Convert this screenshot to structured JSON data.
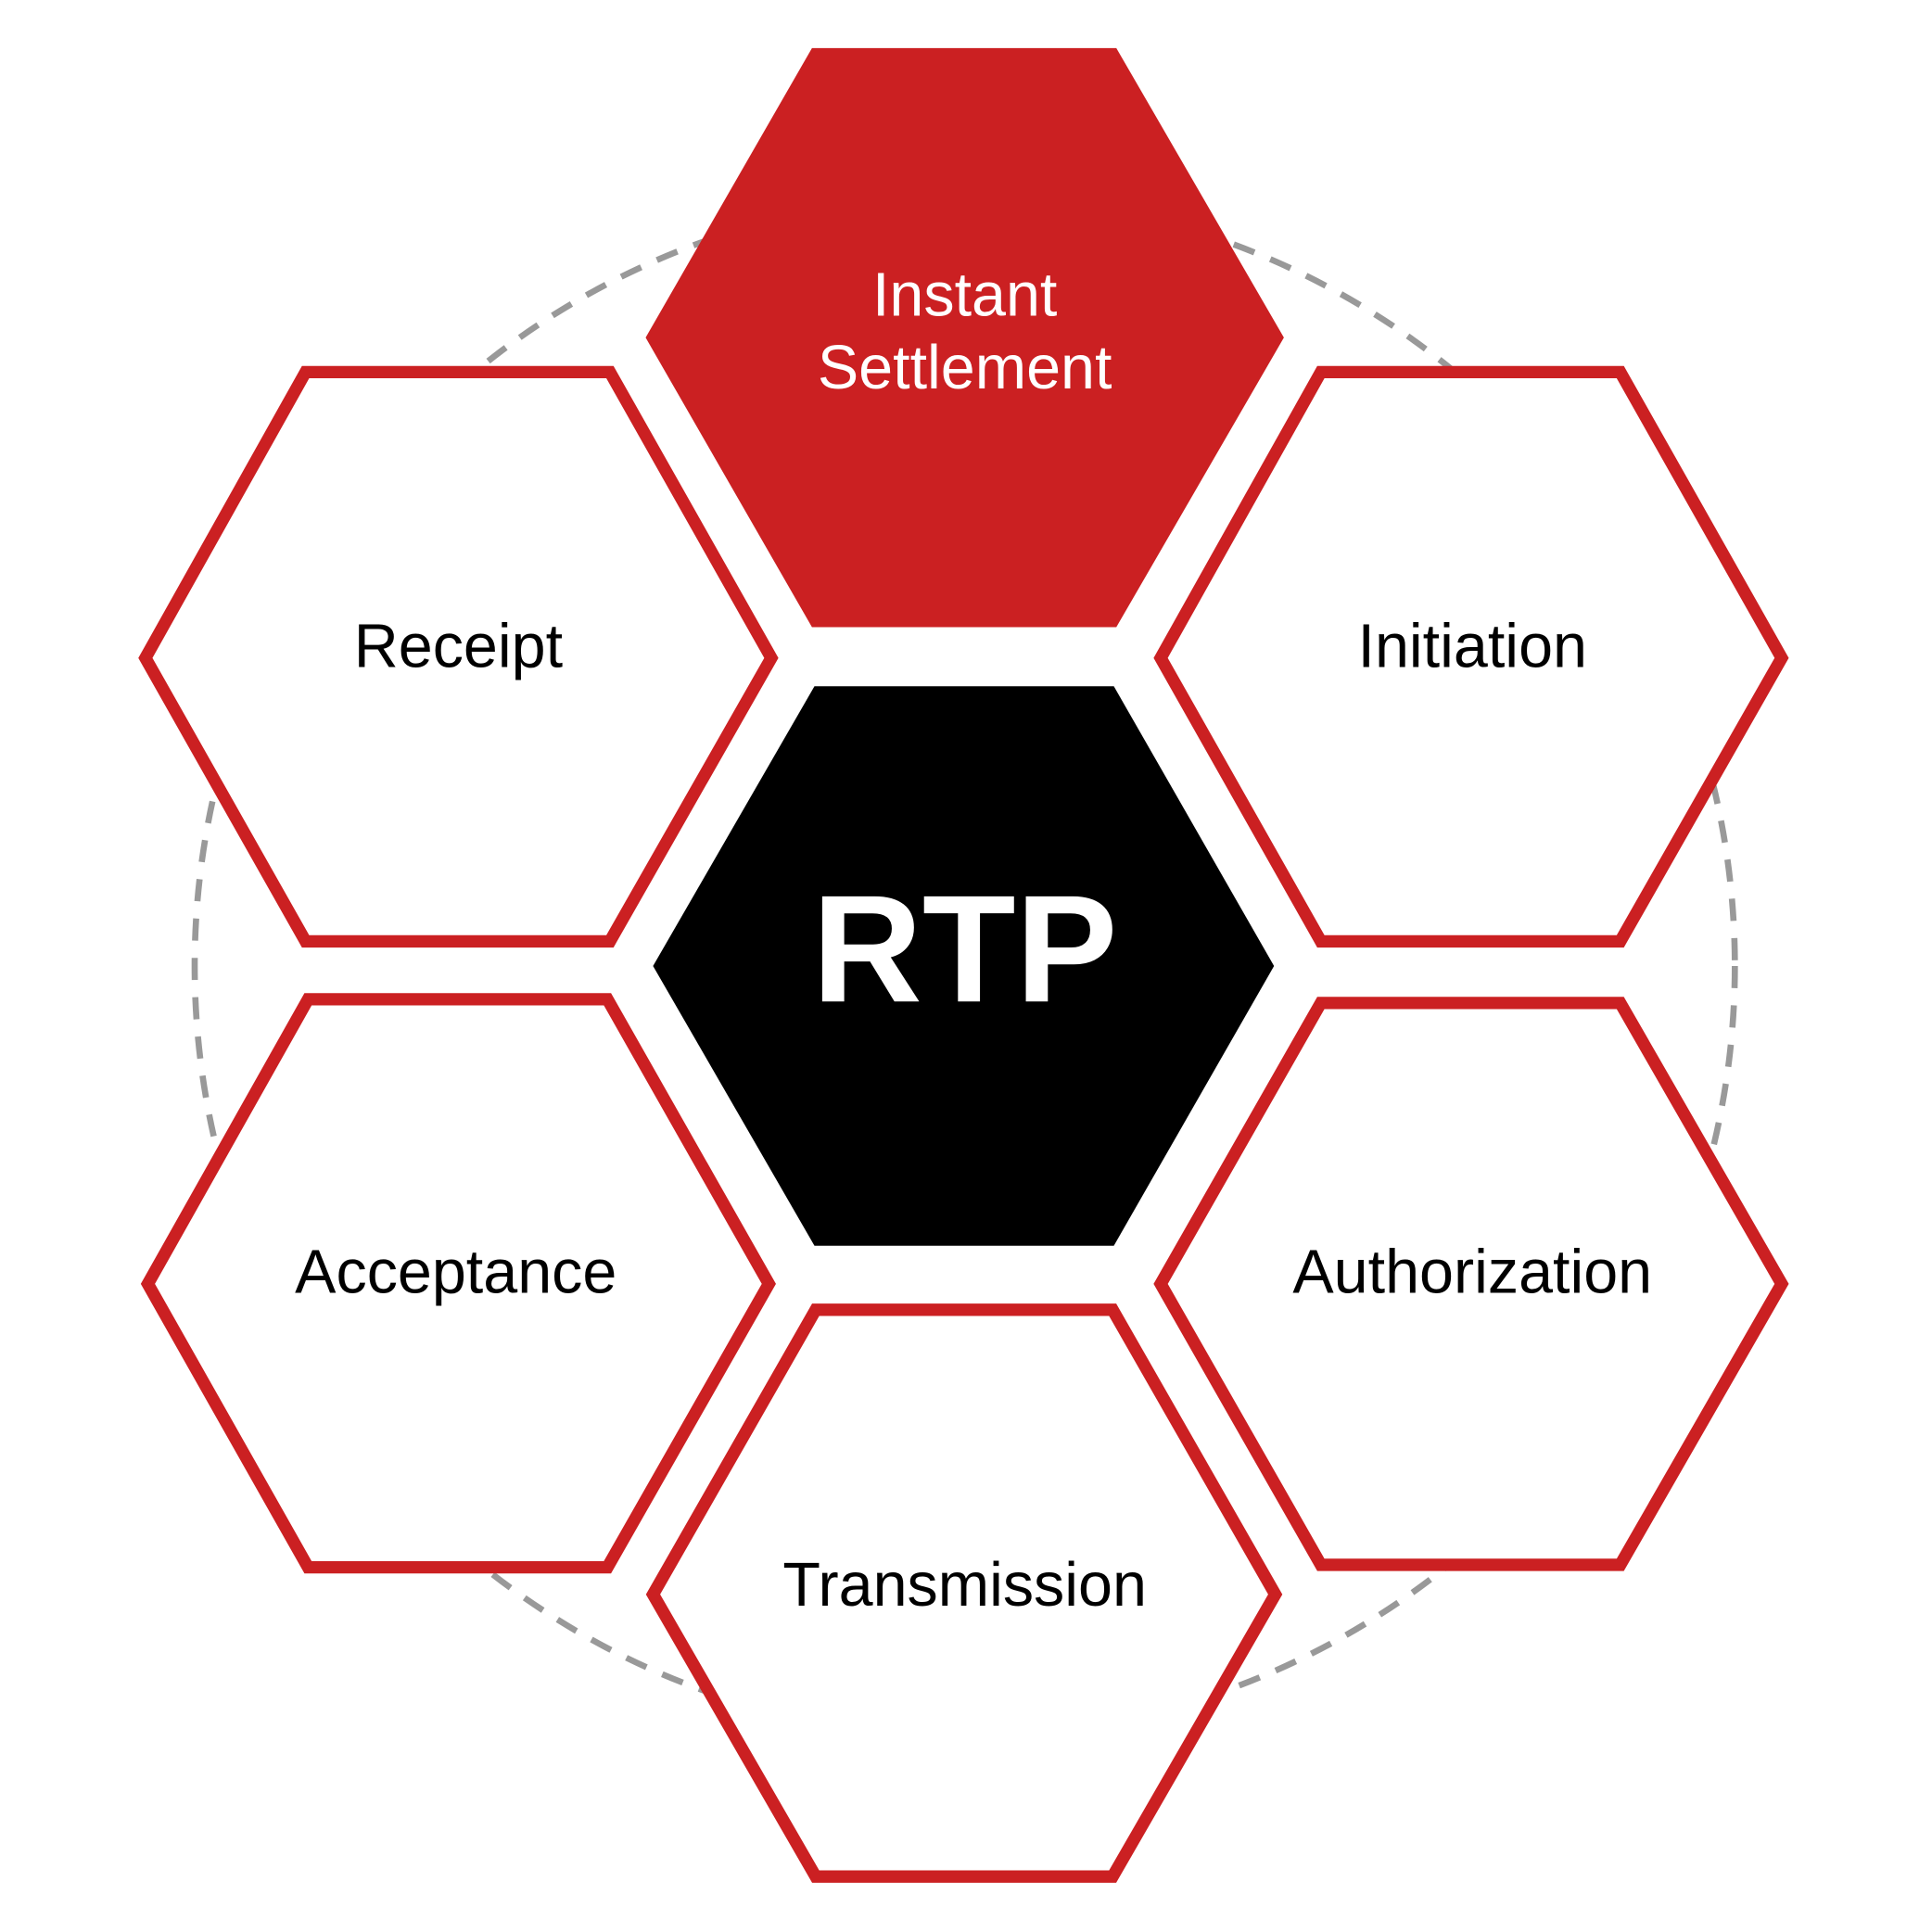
{
  "colors": {
    "accent": "#cb2022",
    "center": "#000000",
    "ring": "#999999",
    "background": "#ffffff"
  },
  "center": {
    "label": "RTP"
  },
  "stages": [
    {
      "label_line1": "Instant",
      "label_line2": "Settlement",
      "highlighted": true
    },
    {
      "label": "Initiation"
    },
    {
      "label": "Authorization"
    },
    {
      "label": "Transmission"
    },
    {
      "label": "Acceptance"
    },
    {
      "label": "Receipt"
    }
  ]
}
